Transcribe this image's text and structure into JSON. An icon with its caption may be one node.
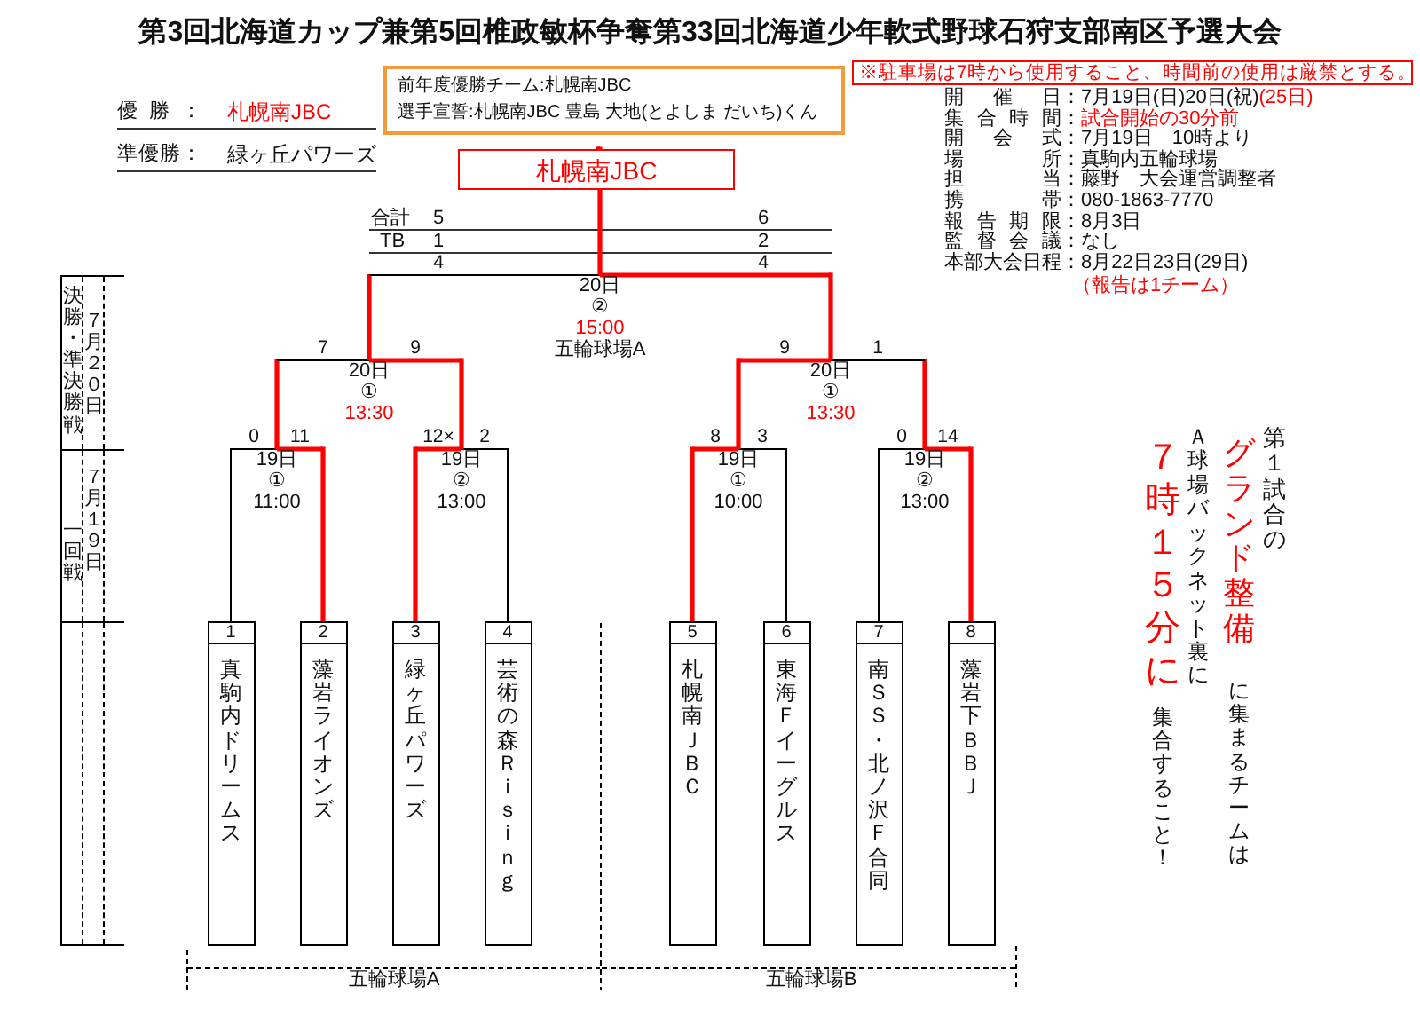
{
  "diagram": {
    "title": "第3回北海道カップ兼第5回椎政敏杯争奪第33回北海道少年軟式野球石狩支部南区予選大会",
    "nodes": [
      {
        "text": [
          "前年度優勝チーム:札幌南JBC",
          "選手宣誓:札幌南JBC 豊島 大地(とよしま だいち)くん"
        ]
      },
      {
        "text": [
          "※駐車場は7時から使用すること、時間前の使用は厳禁とする。"
        ]
      },
      {
        "text": [
          "札幌南JBC"
        ]
      },
      {
        "text": [
          "20日",
          "②",
          "15:00",
          "五輪球場A"
        ]
      },
      {
        "text": [
          "決勝・準決勝戦",
          "７月２０日"
        ]
      },
      {
        "text": [
          "20日",
          "①",
          "13:30"
        ]
      },
      {
        "text": [
          "20日",
          "①",
          "13:30"
        ]
      },
      {
        "text": [
          "一回戦",
          "７月１９日"
        ]
      },
      {
        "text": [
          "19日",
          "①",
          "11:00"
        ]
      },
      {
        "text": [
          "19日",
          "②",
          "13:00"
        ]
      },
      {
        "text": [
          "19日",
          "①",
          "10:00"
        ]
      },
      {
        "text": [
          "19日",
          "②",
          "13:00"
        ]
      },
      {
        "text": [],
        "shape": "box"
      },
      {
        "text": [
          "1",
          "真駒内ドリームス"
        ]
      },
      {
        "text": [
          "2",
          "藻岩ライオンズ"
        ]
      },
      {
        "text": [
          "3",
          "緑ヶ丘パワーズ"
        ]
      },
      {
        "text": [
          "4",
          "芸術の森Ｒｉｓｉｎｇ"
        ]
      },
      {
        "text": [
          "5",
          "札幌南ＪＢＣ"
        ]
      },
      {
        "text": [
          "6",
          "東海Ｆイーグルス"
        ]
      },
      {
        "text": [
          "7",
          "南ＳＳ・北ノ沢Ｆ合同"
        ]
      },
      {
        "text": [
          "8",
          "藻岩下ＢＢＪ"
        ]
      }
    ],
    "edges": [
      {
        "from": 13,
        "to": 8,
        "arrow": "none",
        "label": "0",
        "color": "#000000"
      },
      {
        "from": 14,
        "to": 8,
        "arrow": "none",
        "label": "11"
      },
      {
        "from": 15,
        "to": 9,
        "arrow": "none",
        "label": "12×"
      },
      {
        "from": 16,
        "to": 9,
        "arrow": "none",
        "label": "2",
        "color": "#000000"
      },
      {
        "from": 17,
        "to": 10,
        "arrow": "none",
        "label": "8"
      },
      {
        "from": 18,
        "to": 10,
        "arrow": "none",
        "label": "3",
        "color": "#000000"
      },
      {
        "from": 19,
        "to": 11,
        "arrow": "none",
        "label": "0",
        "color": "#000000"
      },
      {
        "from": 20,
        "to": 11,
        "arrow": "none",
        "label": "14"
      },
      {
        "from": 8,
        "to": 5,
        "arrow": "none",
        "label": "7",
        "color": "#000000"
      },
      {
        "from": 9,
        "to": 5,
        "arrow": "none",
        "label": "9"
      },
      {
        "from": 10,
        "to": 6,
        "arrow": "none",
        "label": "9"
      },
      {
        "from": 11,
        "to": 6,
        "arrow": "none",
        "label": "1",
        "color": "#000000"
      },
      {
        "from": 5,
        "to": 3,
        "arrow": "none",
        "label": "4",
        "color": "#000000"
      },
      {
        "from": 6,
        "to": 3,
        "arrow": "none",
        "label": "4"
      },
      {
        "from": 3,
        "to": 2,
        "arrow": "none"
      }
    ],
    "labels": [
      "優勝：",
      "札幌南JBC",
      "準優勝：",
      "緑ヶ丘パワーズ",
      "開催日",
      "：",
      "7月19日(日)20日(祝)",
      "(25日)",
      "集合時間",
      "：",
      "試合開始の30分前",
      "開会式",
      "：",
      "7月19日　10時より",
      "場所",
      "：",
      "真駒内五輪球場",
      "担当",
      "：",
      "藤野　大会運営調整者",
      "携帯",
      "：",
      "080-1863-7770",
      "報告期限",
      "：",
      "8月3日",
      "監督会議",
      "：",
      "なし",
      "本部大会日程",
      "：",
      "8月22日23日(29日)",
      "（報告は1チーム）",
      "合計",
      "5",
      "6",
      "TB",
      "1",
      "2",
      "７時１５分に",
      "集合すること！",
      "Ａ球場バックネット裏に",
      "グランド整備",
      "に集まるチームは",
      "第１試合の",
      "五輪球場A",
      "五輪球場B"
    ]
  }
}
